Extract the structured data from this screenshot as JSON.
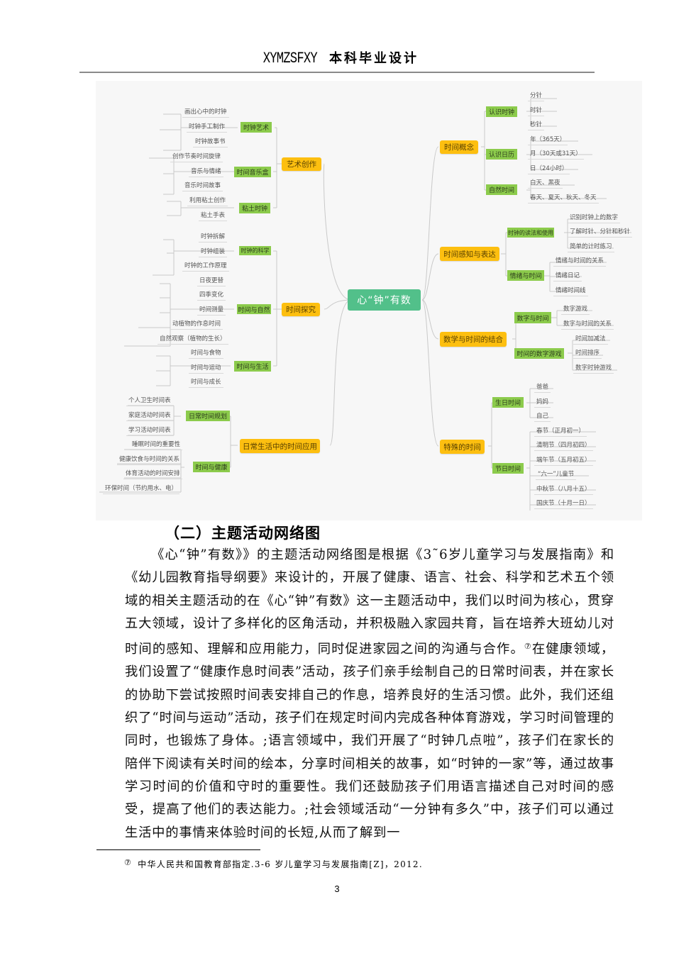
{
  "header": {
    "latin": "XYMZSFXY",
    "cjk": "本科毕业设计"
  },
  "mindmap": {
    "root": "心“钟”有数",
    "colors": {
      "root": "#52c08a",
      "level1": "#fdbf10",
      "level2": "#8ccb4c",
      "background": "#f7f7f7"
    },
    "left": [
      {
        "label": "艺术创作",
        "children": [
          {
            "label": "时钟艺术",
            "leaves": [
              "画出心中的时钟",
              "时钟手工制作",
              "时钟故事书"
            ]
          },
          {
            "label": "时间音乐盒",
            "leaves": [
              "创作节奏时间旋律",
              "音乐与情绪",
              "音乐时间故事"
            ]
          },
          {
            "label": "粘土时钟",
            "leaves": [
              "利用粘土创作",
              "粘土手表"
            ]
          }
        ]
      },
      {
        "label": "时间探究",
        "children": [
          {
            "label": "时钟的科学",
            "leaves": [
              "时钟拆解",
              "时钟组装",
              "时钟的工作原理"
            ]
          },
          {
            "label": "时间与自然",
            "leaves": [
              "日夜更替",
              "四季变化",
              "时间测量",
              "动植物的作息时间",
              "自然观察（植物的生长）"
            ]
          },
          {
            "label": "时间与生活",
            "leaves": [
              "时间与食物",
              "时间与运动",
              "时间与成长"
            ]
          }
        ]
      },
      {
        "label": "日常生活中的时间应用",
        "children": [
          {
            "label": "日常时间规划",
            "leaves": [
              "个人卫生时间表",
              "家庭活动时间表",
              "学习活动时间表"
            ]
          },
          {
            "label": "时间与健康",
            "leaves": [
              "睡眠时间的重要性",
              "健康饮食与时间的关系",
              "体育活动的时间安排",
              "环保时间（节约用水、电）"
            ]
          }
        ]
      }
    ],
    "right": [
      {
        "label": "时间概念",
        "children": [
          {
            "label": "认识时钟",
            "leaves": [
              "分针",
              "时针",
              "秒针"
            ]
          },
          {
            "label": "认识日历",
            "leaves": [
              "年（365天）",
              "月（30天或31天）",
              "日（24小时）"
            ]
          },
          {
            "label": "自然时间",
            "leaves": [
              "白天、黑夜",
              "春天、夏天、秋天、冬天"
            ]
          }
        ]
      },
      {
        "label": "时间感知与表达",
        "children": [
          {
            "label": "时钟的读法和使用",
            "leaves": [
              "识别时钟上的数字",
              "了解时针、分针和秒针",
              "简单的计时练习"
            ]
          },
          {
            "label": "情绪与时间",
            "leaves": [
              "情绪与时间的关系",
              "情绪日记",
              "情绪时间线"
            ]
          }
        ]
      },
      {
        "label": "数学与时间的结合",
        "children": [
          {
            "label": "数字与时间",
            "leaves": [
              "数字游戏",
              "数字与时间的关系"
            ]
          },
          {
            "label": "时间的数字游戏",
            "leaves": [
              "时间加减法",
              "时间排序",
              "数字时钟游戏"
            ]
          }
        ]
      },
      {
        "label": "特殊的时间",
        "children": [
          {
            "label": "生日时间",
            "leaves": [
              "爸爸",
              "妈妈",
              "自己"
            ]
          },
          {
            "label": "节日时间",
            "leaves": [
              "春节（正月初一）",
              "清明节（四月初四）",
              "端午节（五月初五）",
              "“六一”儿童节",
              "中秋节（八月十五）",
              "国庆节（十月一日）"
            ]
          }
        ]
      }
    ]
  },
  "section": {
    "title": "（二）主题活动网络图"
  },
  "body": {
    "part1": "《心“钟”有数》》的主题活动网络图是根据《3˜6岁儿童学习与发展指南》和《幼儿园教育指导纲要》来设计的，开展了健康、语言、社会、科学和艺术五个领域的相关主题活动的在《心“钟”有数》这一主题活动中，我们以时间为核心，贯穿五大领域，设计了多样化的区角活动，并积极融入家园共育，旨在培养大班幼儿对时间的感知、理解和应用能力，同时促进家园之间的沟通与合作。",
    "footnote_ref": "⑦",
    "part2": "在健康领域，我们设置了“健康作息时间表”活动，孩子们亲手绘制自己的日常时间表，并在家长的协助下尝试按照时间表安排自己的作息，培养良好的生活习惯。此外，我们还组织了“时间与运动”活动，孩子们在规定时间内完成各种体育游戏，学习时间管理的同时，也锻炼了身体。;语言领域中，我们开展了“时钟几点啦”，孩子们在家长的陪伴下阅读有关时间的绘本，分享时间相关的故事，如“时钟的一家”等，通过故事学习时间的价值和守时的重要性。我们还鼓励孩子们用语言描述自己对时间的感受，提高了他们的表达能力。;社会领域活动“一分钟有多久”中，孩子们可以通过生活中的事情来体验时间的长短,从而了解到一"
  },
  "footnote": {
    "mark": "⑦",
    "text": "中华人民共和国教育部指定.3-6 岁儿童学习与发展指南[Z]，2012."
  },
  "page": {
    "number": "3"
  }
}
